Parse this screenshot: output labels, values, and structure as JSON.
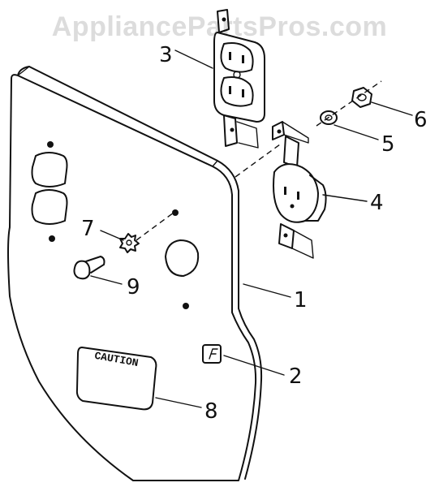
{
  "watermark": "AppliancePartsPros.com",
  "callouts": {
    "c1": "1",
    "c2": "2",
    "c3": "3",
    "c4": "4",
    "c5": "5",
    "c6": "6",
    "c7": "7",
    "c8": "8",
    "c9": "9"
  },
  "caution_label": "CAUTION"
}
